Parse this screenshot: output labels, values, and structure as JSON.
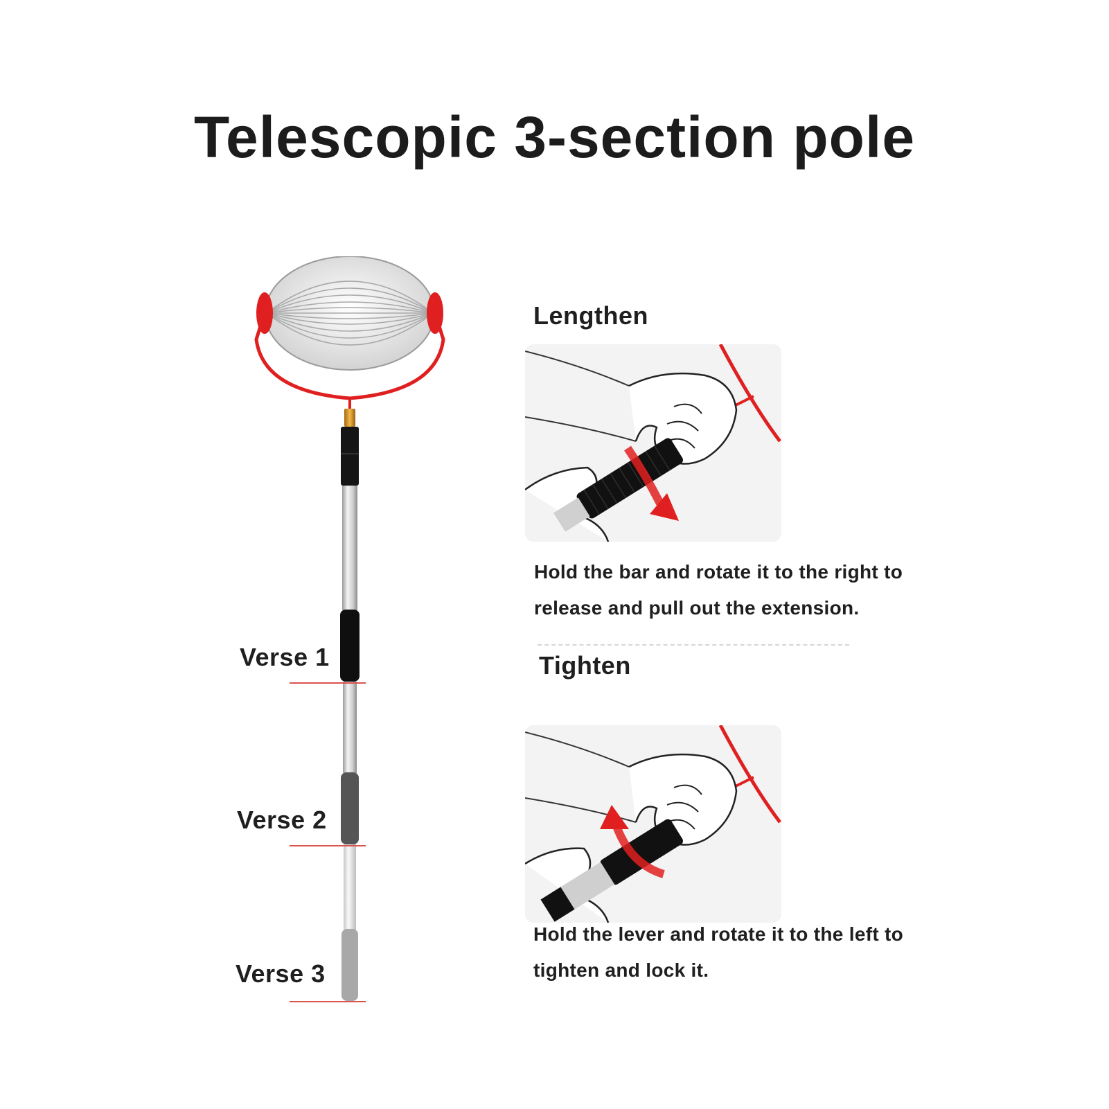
{
  "title": "Telescopic 3-section pole",
  "product": {
    "sections": [
      {
        "label": "Verse 1"
      },
      {
        "label": "Verse 2"
      },
      {
        "label": "Verse 3"
      }
    ]
  },
  "steps": [
    {
      "heading": "Lengthen",
      "caption_line1": "Hold the bar and rotate it to the right to",
      "caption_line2": "release and pull out the extension."
    },
    {
      "heading": "Tighten",
      "caption_line1": "Hold the lever and rotate it to the left to",
      "caption_line2": "tighten and lock it."
    }
  ],
  "colors": {
    "accent_red": "#e02020",
    "grip_black": "#111111",
    "grip_gray": "#555555",
    "grip_light": "#a8a8a8",
    "pole_silver": "#d8d8d8"
  }
}
